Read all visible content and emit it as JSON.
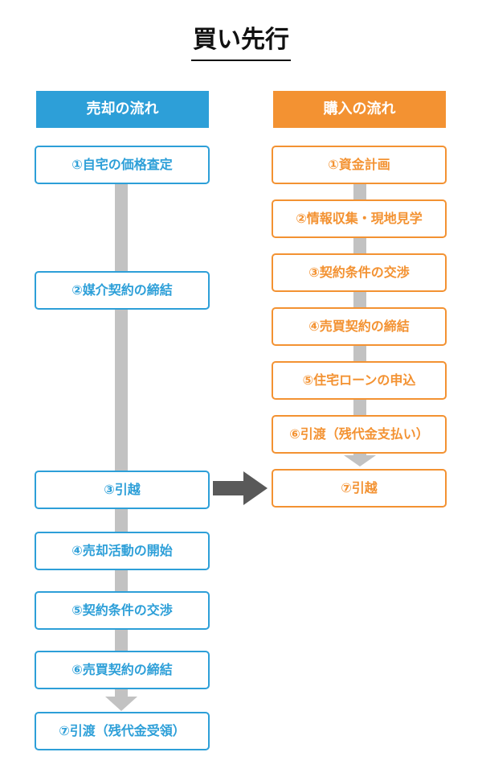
{
  "title": "買い先行",
  "sell_flow": {
    "header": "売却の流れ",
    "steps": [
      "①自宅の価格査定",
      "②媒介契約の締結",
      "③引越",
      "④売却活動の開始",
      "⑤契約条件の交渉",
      "⑥売買契約の締結",
      "⑦引渡（残代金受領）"
    ]
  },
  "buy_flow": {
    "header": "購入の流れ",
    "steps": [
      "①資金計画",
      "②情報収集・現地見学",
      "③契約条件の交渉",
      "④売買契約の締結",
      "⑤住宅ローンの申込",
      "⑥引渡（残代金支払い）",
      "⑦引越"
    ]
  },
  "colors": {
    "sell_accent": "#2d9fd8",
    "buy_accent": "#f39232",
    "connector": "#c2c2c2",
    "transfer_arrow": "#595959"
  }
}
